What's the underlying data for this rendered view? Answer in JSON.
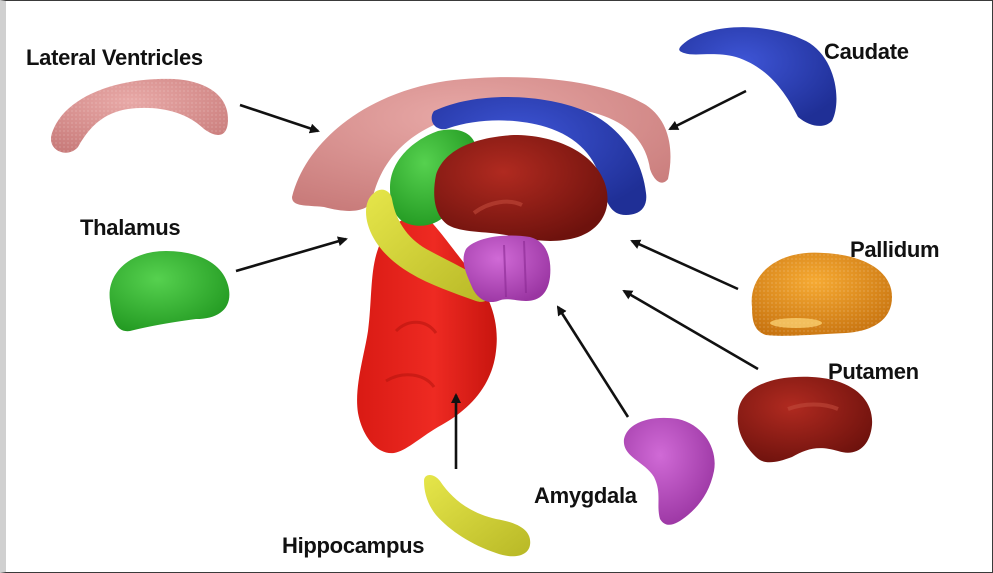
{
  "labels": {
    "lateral_ventricles": "Lateral Ventricles",
    "caudate": "Caudate",
    "thalamus": "Thalamus",
    "pallidum": "Pallidum",
    "putamen": "Putamen",
    "amygdala": "Amygdala",
    "hippocampus": "Hippocampus"
  },
  "colors": {
    "ventricle_pink": "#d9908f",
    "caudate_blue": "#2b3fb8",
    "thalamus_green": "#3cba3a",
    "pallidum_orange": "#e58f1c",
    "putamen_red": "#8a1a14",
    "amygdala_magenta": "#b94cc0",
    "hippocampus_yellow": "#d4d437",
    "brainstem_red": "#e2201a"
  }
}
